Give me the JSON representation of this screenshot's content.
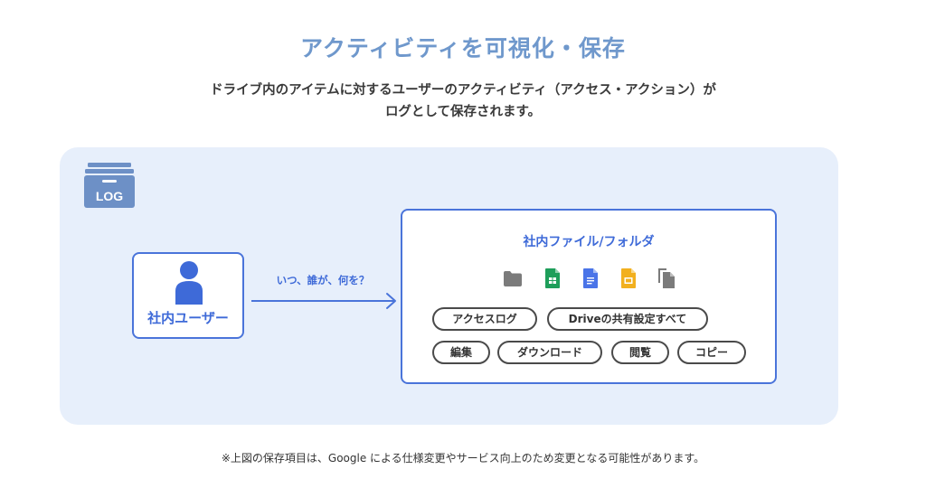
{
  "title": "アクティビティを可視化・保存",
  "subtitle": {
    "line1": "ドライブ内のアイテムに対するユーザーのアクティビティ（アクセス・アクション）が",
    "line2": "ログとして保存されます。"
  },
  "log_icon": {
    "label": "LOG",
    "icon": "log-archive-box-icon"
  },
  "user_box": {
    "label": "社内ユーザー",
    "icon": "user-person-icon"
  },
  "arrow_label": "いつ、誰が、何を？",
  "files_box": {
    "title": "社内ファイル/フォルダ",
    "icons": [
      "folder-icon",
      "sheets-icon",
      "docs-icon",
      "slides-icon",
      "copy-files-icon"
    ],
    "pills_row1": [
      "アクセスログ",
      "Driveの共有設定すべて"
    ],
    "pills_row2": [
      "編集",
      "ダウンロード",
      "閲覧",
      "コピー"
    ]
  },
  "footnote": "※上図の保存項目は、Google による仕様変更やサービス向上のため変更となる可能性があります。",
  "colors": {
    "title": "#6f98cc",
    "accent_blue": "#3e6ad8",
    "panel_bg": "#e7effb",
    "log_icon": "#6d90c6"
  }
}
